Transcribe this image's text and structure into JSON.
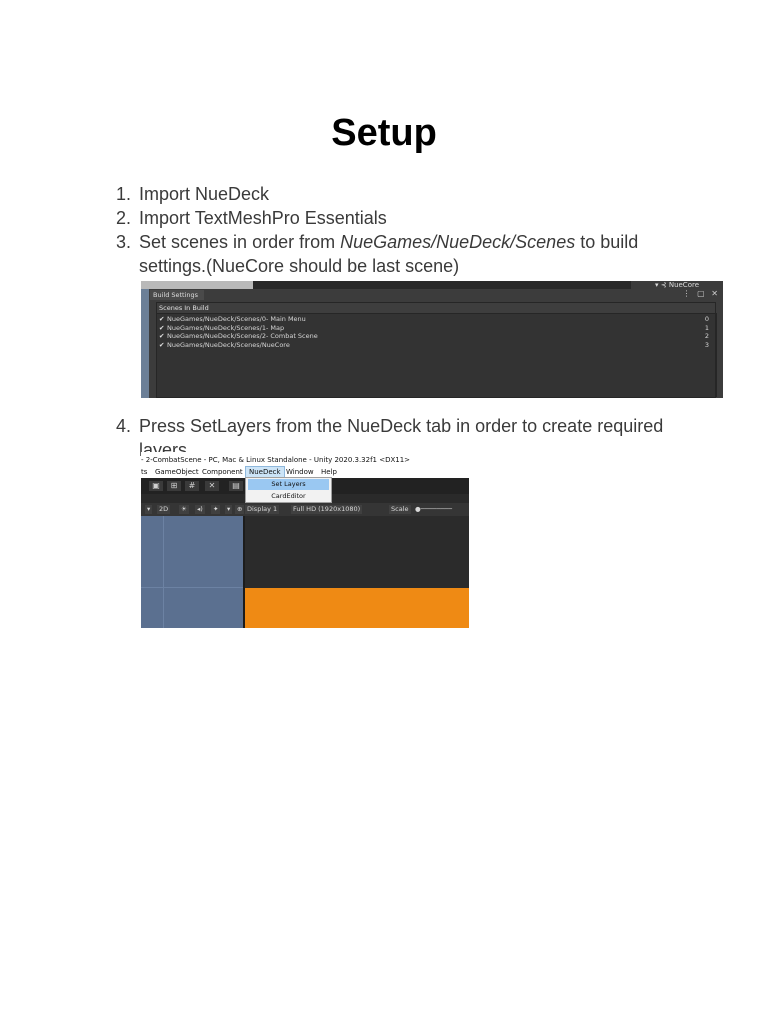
{
  "page": {
    "title": "Setup"
  },
  "steps": [
    {
      "num": "1.",
      "text": "Import NueDeck"
    },
    {
      "num": "2.",
      "text": "Import TextMeshPro Essentials"
    },
    {
      "num": "3.",
      "pre": "Set scenes in order from ",
      "italic": "NueGames/NueDeck/Scenes",
      "post": " to build settings.(NueCore should be last scene)"
    },
    {
      "num": "4.",
      "text": "Press SetLayers from the NueDeck tab in order to create required layers."
    }
  ],
  "build_settings": {
    "tab_label": "Build Settings",
    "window_icons": "⋮ ▢ ✕",
    "top_tab": "▾ ⊰ NueCore",
    "section_header": "Scenes In Build",
    "scenes": [
      {
        "path": "NueGames/NueDeck/Scenes/0- Main Menu",
        "index": "0"
      },
      {
        "path": "NueGames/NueDeck/Scenes/1- Map",
        "index": "1"
      },
      {
        "path": "NueGames/NueDeck/Scenes/2- Combat Scene",
        "index": "2"
      },
      {
        "path": "NueGames/NueDeck/Scenes/NueCore",
        "index": "3"
      }
    ]
  },
  "editor": {
    "title": "- 2-CombatScene - PC, Mac & Linux Standalone - Unity 2020.3.32f1 <DX11>",
    "menu": {
      "assets": "ts",
      "gameobject": "GameObject",
      "component": "Component",
      "nuedeck": "NueDeck",
      "window": "Window",
      "help": "Help"
    },
    "dropdown": {
      "set_layers": "Set Layers",
      "card_editor": "CardEditor"
    },
    "options": {
      "mode_2d": "2D",
      "display": "Display 1",
      "resolution": "Full HD (1920x1080)",
      "scale": "Scale"
    },
    "colors": {
      "scene_view": "#5b7090",
      "game_bg": "#2b2b2b",
      "orange": "#ef8a14",
      "highlight": "#9ac8f2"
    }
  }
}
